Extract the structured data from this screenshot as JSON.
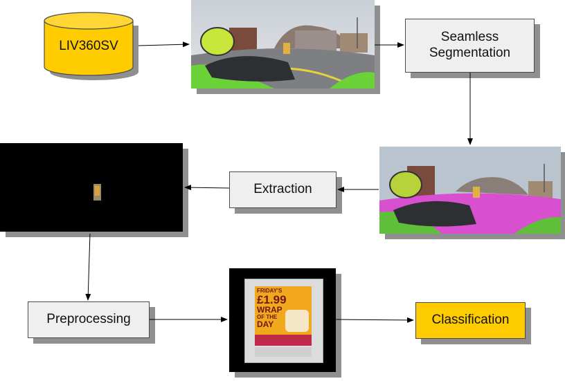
{
  "nodes": {
    "dataset": "LIV360SV",
    "seamless_segmentation": "Seamless Segmentation",
    "extraction": "Extraction",
    "preprocessing": "Preprocessing",
    "classification": "Classification"
  },
  "poster": {
    "line1": "FRIDAY'S",
    "price": "£1.99",
    "line2": "WRAP",
    "line3": "OF THE",
    "line4": "DAY"
  },
  "colors": {
    "node_fill": "#efefef",
    "highlight_fill": "#ffcc00",
    "shadow": "#8f8f8f",
    "segmentation_road": "#d84fd0",
    "segmentation_vegetation": "#5fbf3a"
  }
}
